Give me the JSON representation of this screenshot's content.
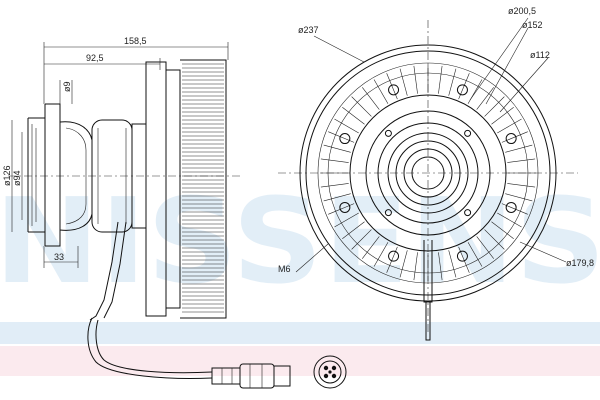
{
  "watermark": {
    "text": "NISSENS"
  },
  "side_view": {
    "dims": {
      "overall_length": "158,5",
      "hub_length": "92,5",
      "phi_9": "ø9",
      "phi_126": "ø126",
      "phi_94": "ø94",
      "len_33": "33"
    }
  },
  "front_view": {
    "dims": {
      "phi_237": "ø237",
      "phi_200_5": "ø200,5",
      "phi_152": "ø152",
      "phi_112": "ø112",
      "phi_179_8": "ø179,8",
      "thread_m6": "M6"
    }
  },
  "colors": {
    "line": "#111111",
    "watermark_blue": "#cfe3f2",
    "watermark_band_blue": "#c9dff0",
    "watermark_band_pink": "#f7d8e0"
  }
}
